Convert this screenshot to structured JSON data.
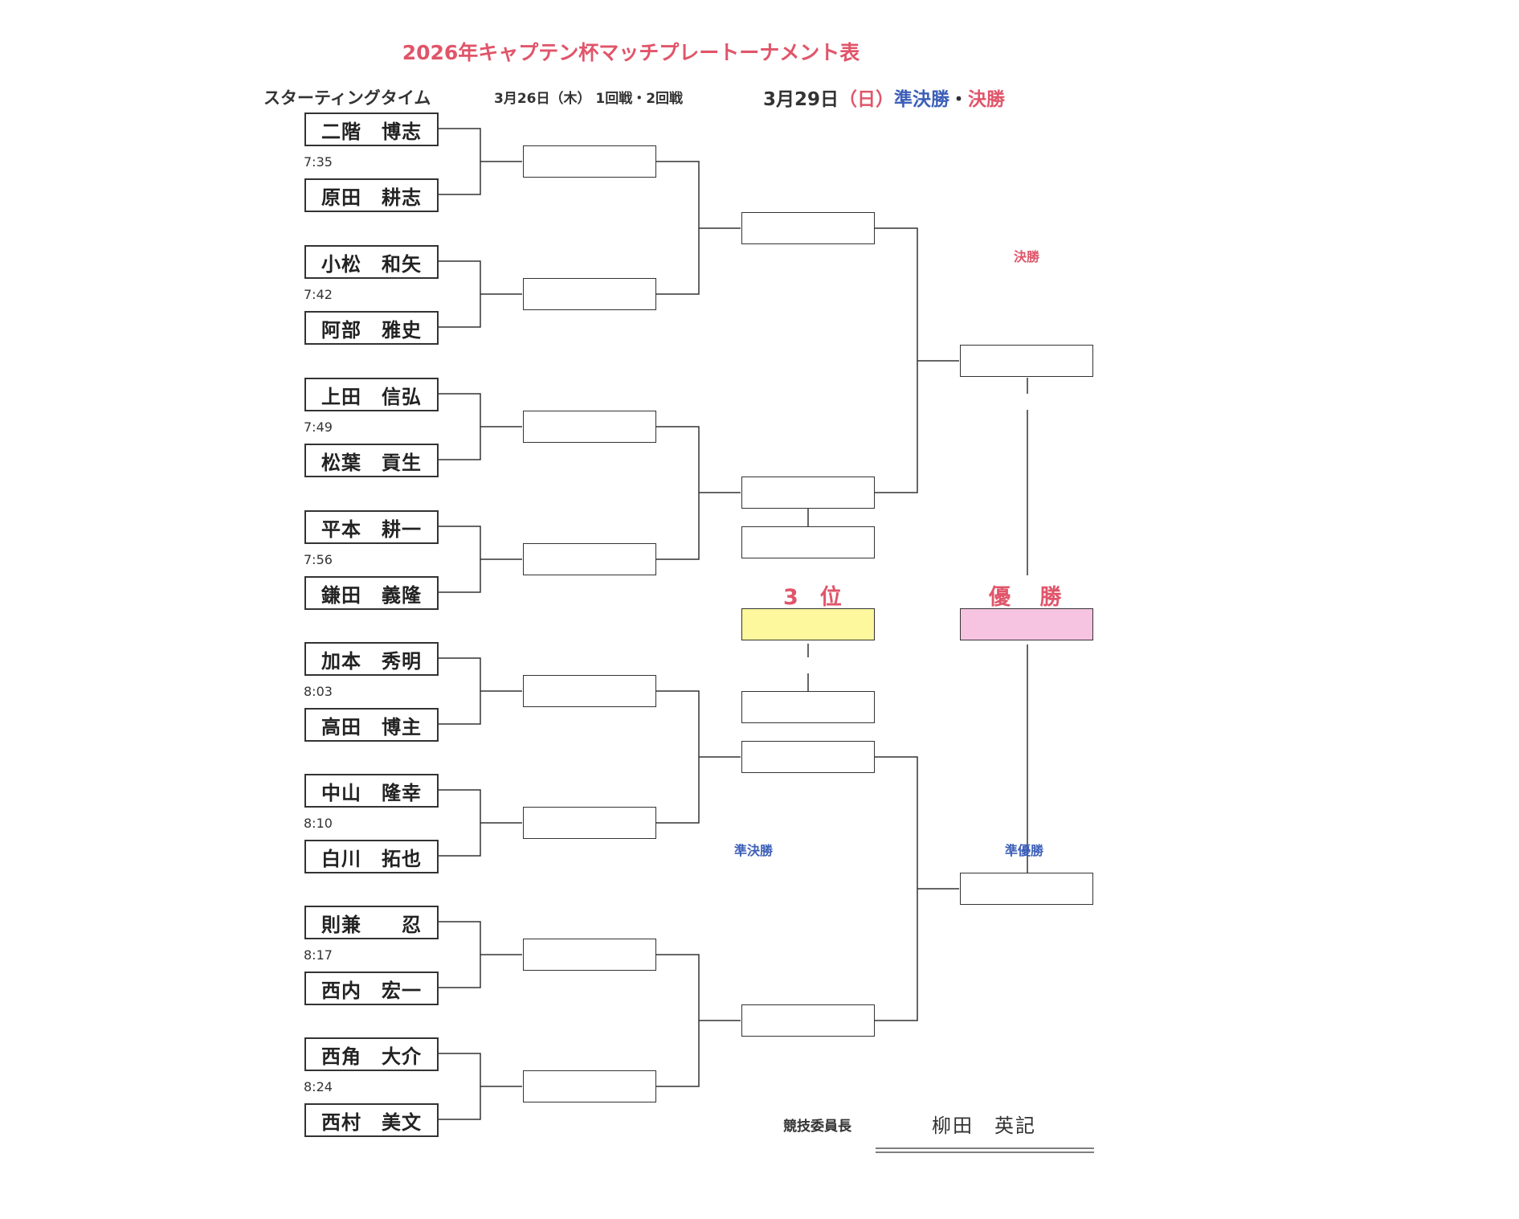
{
  "title": "2026年キャプテン杯マッチプレートーナメント表",
  "headers": {
    "starting_time": "スターティングタイム",
    "round1": "3月26日（木） 1回戦・2回戦",
    "round3_date": "3月29日",
    "round3_day": "（日）",
    "round3_semi": "準決勝",
    "round3_sep": "・",
    "round3_final": "決勝"
  },
  "players": [
    "二階　博志",
    "原田　耕志",
    "小松　和矢",
    "阿部　雅史",
    "上田　信弘",
    "松葉　貢生",
    "平本　耕一",
    "鎌田　義隆",
    "加本　秀明",
    "高田　博主",
    "中山　隆幸",
    "白川　拓也",
    "則兼　　忍",
    "西内　宏一",
    "西角　大介",
    "西村　美文"
  ],
  "tee_times": [
    "7:35",
    "7:42",
    "7:49",
    "7:56",
    "8:03",
    "8:10",
    "8:17",
    "8:24"
  ],
  "labels": {
    "final": "決勝",
    "semifinal": "準決勝",
    "runner_up": "準優勝",
    "third_place": "3　位",
    "champion": "優　 勝"
  },
  "colors": {
    "title": "#e0556a",
    "blue": "#3c5fb8",
    "third_fill": "#fdf79d",
    "champion_fill": "#f6c4e0"
  },
  "footer": {
    "committee_title": "競技委員長",
    "committee_name": "柳田　英記"
  }
}
